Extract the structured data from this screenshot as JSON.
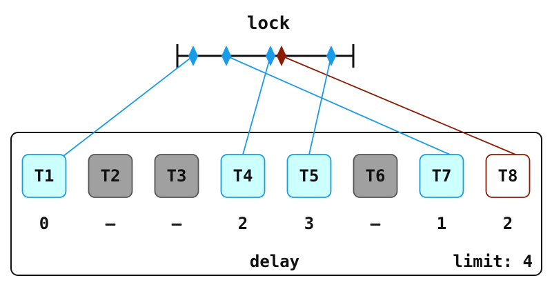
{
  "title": "lock",
  "footer": {
    "center_label": "delay",
    "limit_label": "limit: 4"
  },
  "colors": {
    "active_fill": "#ccffff",
    "active_stroke": "#1e9be0",
    "inactive_fill": "#a0a0a0",
    "inactive_stroke": "#555555",
    "highlight_fill": "#ffffff",
    "highlight_stroke": "#8b1a00",
    "line_blue": "#1a9be8",
    "line_red": "#8b1a00"
  },
  "tasks": [
    {
      "id": "T1",
      "state": "active",
      "delay": "0"
    },
    {
      "id": "T2",
      "state": "inactive",
      "delay": "–"
    },
    {
      "id": "T3",
      "state": "inactive",
      "delay": "–"
    },
    {
      "id": "T4",
      "state": "active",
      "delay": "2"
    },
    {
      "id": "T5",
      "state": "active",
      "delay": "3"
    },
    {
      "id": "T6",
      "state": "inactive",
      "delay": "–"
    },
    {
      "id": "T7",
      "state": "active",
      "delay": "1"
    },
    {
      "id": "T8",
      "state": "highlight",
      "delay": "2"
    }
  ],
  "lock_markers": [
    {
      "task": "T1",
      "color": "blue"
    },
    {
      "task": "T7",
      "color": "blue"
    },
    {
      "task": "T4",
      "color": "blue"
    },
    {
      "task": "T8",
      "color": "red"
    },
    {
      "task": "T5",
      "color": "blue"
    }
  ]
}
